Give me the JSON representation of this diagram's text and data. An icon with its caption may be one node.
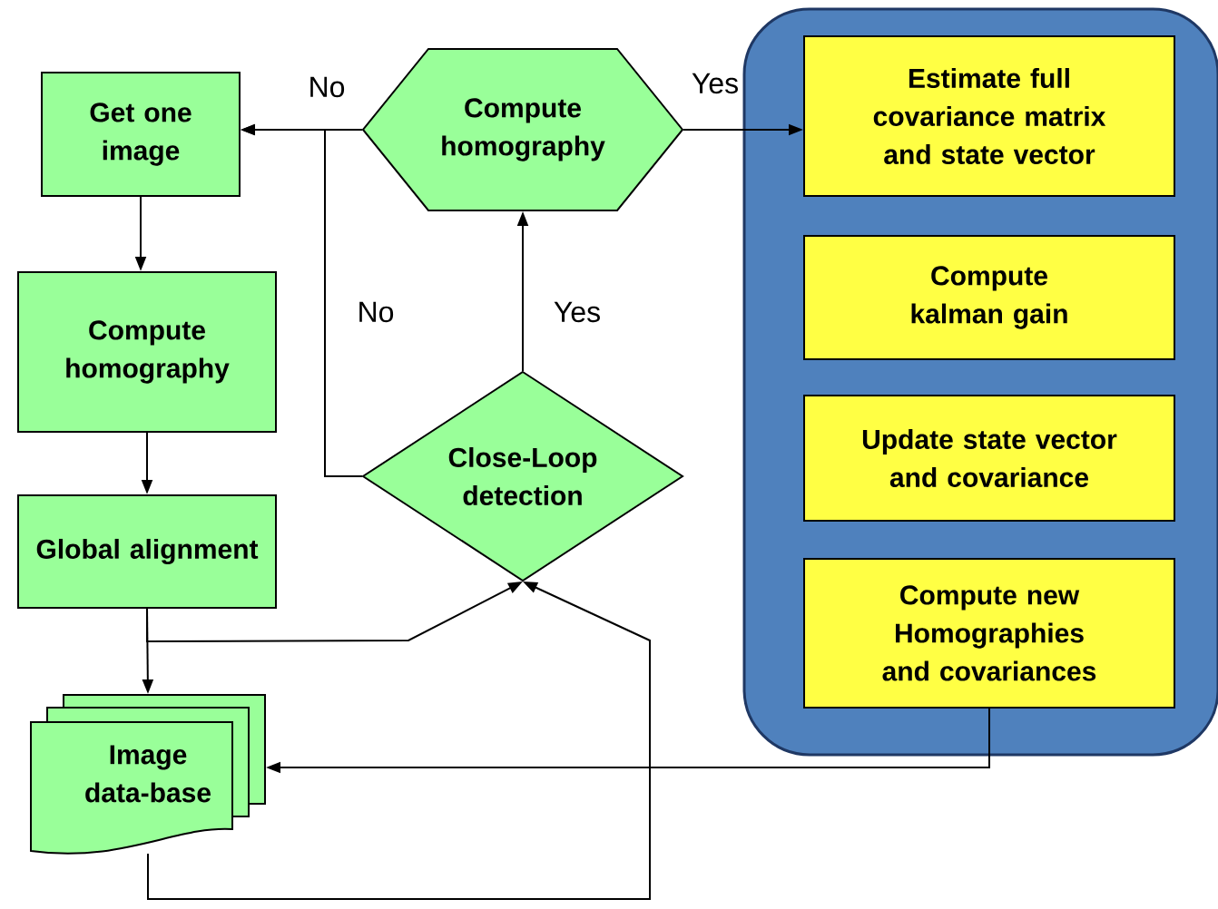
{
  "diagram": {
    "nodes": [
      {
        "text": [
          "Get one image"
        ]
      },
      {
        "text": [
          "Compute homography"
        ]
      },
      {
        "text": [
          "Global alignment"
        ]
      },
      {
        "text": [
          "Image data-base"
        ]
      },
      {
        "text": [
          "Compute homography"
        ]
      },
      {
        "text": [
          "Close-Loop detection"
        ]
      },
      {
        "text": [],
        "shape": "box"
      },
      {
        "text": [
          "Estimate full covariance matrix and state vector"
        ],
        "in": 6
      },
      {
        "text": [
          "Compute kalman gain"
        ],
        "in": 6
      },
      {
        "text": [
          "Update state vector and covariance"
        ],
        "in": 6
      },
      {
        "text": [
          "Compute new Homographies and covariances"
        ],
        "in": 6
      }
    ],
    "edges": [
      {
        "from": 0,
        "to": 1,
        "arrow": "to"
      },
      {
        "from": 1,
        "to": 2,
        "arrow": "to"
      },
      {
        "from": 2,
        "to": 3,
        "arrow": "to"
      },
      {
        "from": 4,
        "to": 0,
        "arrow": "to",
        "label": "No"
      },
      {
        "from": 4,
        "to": 7,
        "arrow": "to",
        "label": "Yes"
      },
      {
        "from": 5,
        "to": 4,
        "arrow": "to",
        "label": "Yes"
      },
      {
        "from": 5,
        "to": 0,
        "arrow": "to",
        "label": "No"
      },
      {
        "from": 2,
        "to": 5,
        "arrow": "to"
      },
      {
        "from": 3,
        "to": 5,
        "arrow": "to"
      },
      {
        "from": 10,
        "to": 3,
        "arrow": "to"
      }
    ]
  }
}
